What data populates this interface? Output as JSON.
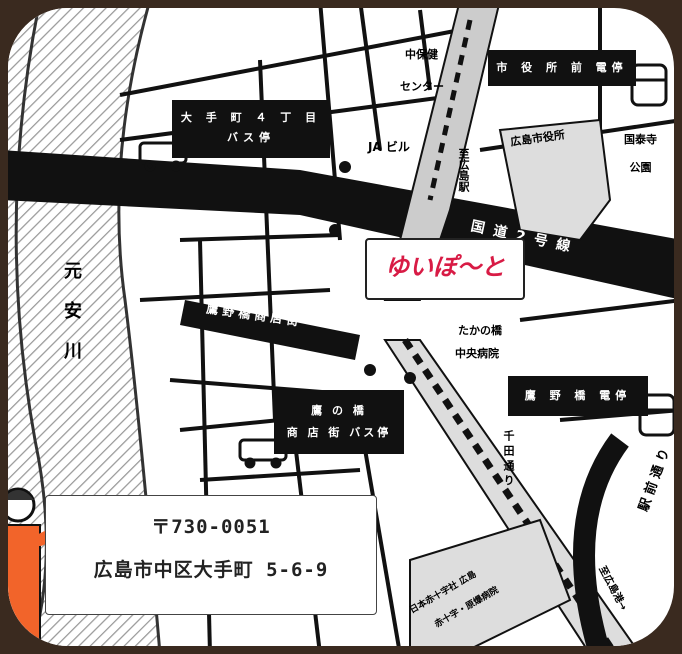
{
  "map": {
    "river_label": [
      "元",
      "安",
      "川"
    ],
    "road_route2": "国 道 2 号 線",
    "street_takanobashi": "鷹 野 橋 商 店 街",
    "station_tram_city_hall": "市 役 所 前 電停",
    "station_tram_takanobashi": "鷹 野 橋 電停",
    "bus_stop_otemachi_line1": "大 手 町 ４ 丁 目",
    "bus_stop_otemachi_line2": "バス停",
    "bus_stop_takanobashi_line1": "鷹 の 橋",
    "bus_stop_takanobashi_line2": "商 店 街 バス停",
    "landmark_nakahoken": "中保健",
    "landmark_center": "センター",
    "landmark_ja": "JA ビル",
    "landmark_city_hall": "広島市役所",
    "landmark_kokutaiji_1": "国泰寺",
    "landmark_kokutaiji_2": "公園",
    "landmark_takanobashi": "たかの橋",
    "landmark_chuo_hospital": "中央病院",
    "to_hiroshima_station": "至広島駅",
    "to_ujina": "至広島港→",
    "senda_dori": "千 田 通 り",
    "ekimae_dori": "駅 前 通 り",
    "red_cross_1": "日本赤十字社 広島",
    "red_cross_2": "赤十字・原爆病院",
    "logo_text": "ゆいぽ～と",
    "postal_code": "〒730-0051",
    "address": "広島市中区大手町 5-6-9",
    "colors": {
      "logo_red": "#d81b45",
      "road_black": "#111111",
      "frame": "#3a2a1f"
    }
  }
}
